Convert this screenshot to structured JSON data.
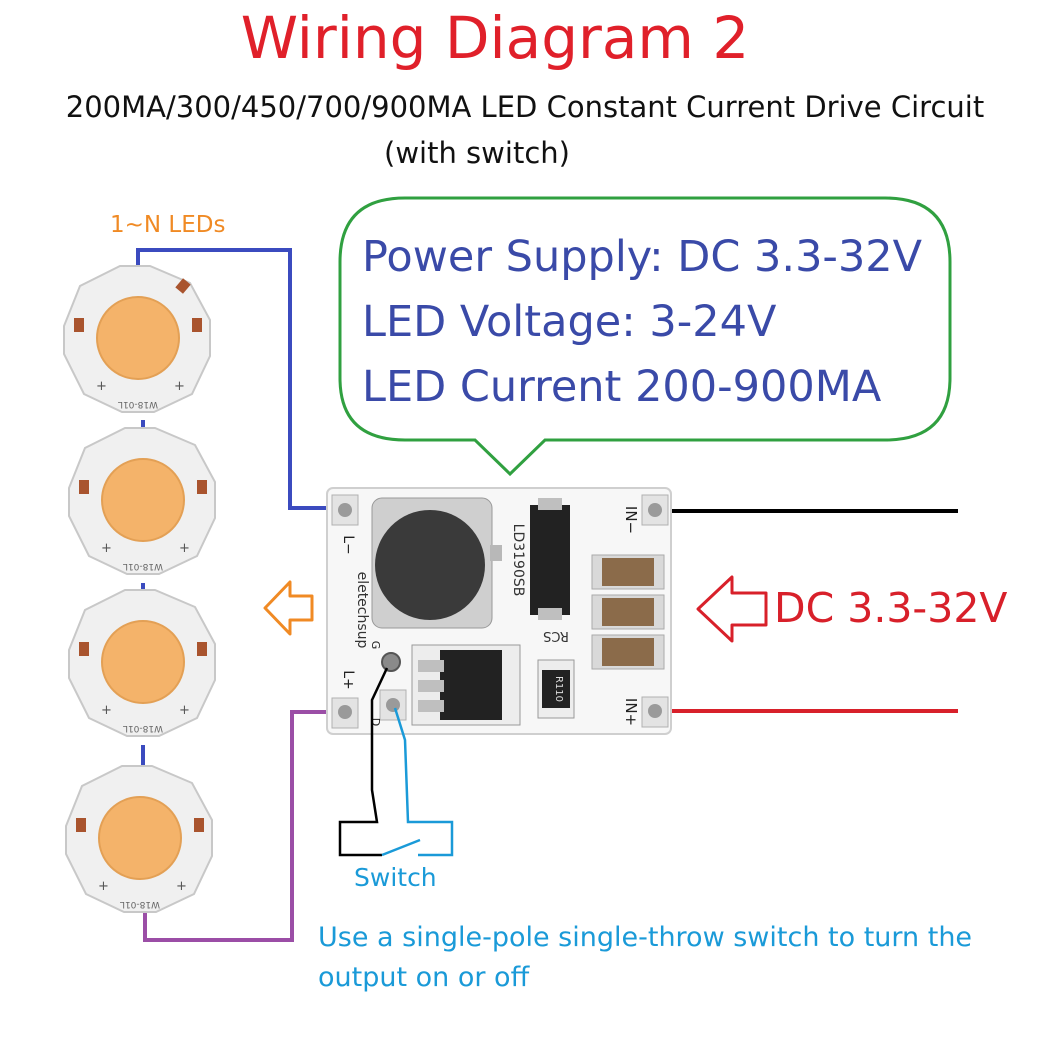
{
  "title": "Wiring Diagram 2",
  "subtitle_line1": "200MA/300/450/700/900MA LED Constant Current Drive Circuit",
  "subtitle_line2": "(with switch)",
  "leds_label": "1~N LEDs",
  "specs": {
    "power_supply": "Power Supply: DC 3.3-32V",
    "led_voltage": "LED Voltage: 3-24V",
    "led_current": "LED Current 200-900MA"
  },
  "input_label": "DC 3.3-32V",
  "switch_label": "Switch",
  "note": "Use a single-pole single-throw switch to turn the output on or off",
  "board": {
    "chip_label": "LD3190SB",
    "brand": "eletechsup",
    "rcs_label": "RCS",
    "resistor_code": "R110",
    "pin_out_minus": "L−",
    "pin_out_plus": "L+",
    "pin_in_minus": "IN−",
    "pin_in_plus": "IN+",
    "pin_g": "G",
    "pin_d": "D",
    "led_marking": "W18-01L"
  },
  "colors": {
    "title": "#e0202a",
    "spec_text": "#3a4aa8",
    "bubble_outline": "#30a040",
    "led_wire": "#3b4bbf",
    "led_return_wire": "#9b4ea6",
    "input_positive_wire": "#d8202a",
    "input_negative_wire": "#000000",
    "switch_wire": "#1a9ad8",
    "output_arrow": "#f08a24"
  }
}
